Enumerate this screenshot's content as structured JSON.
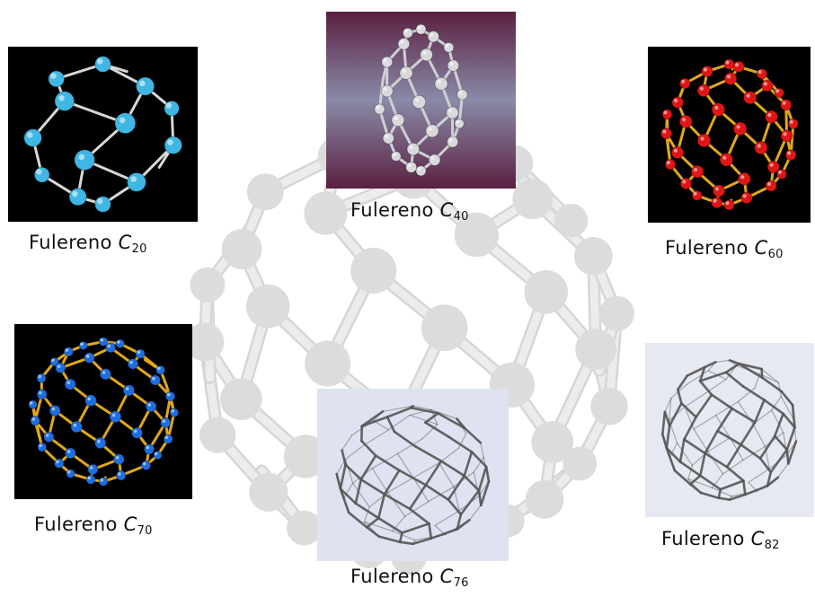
{
  "fullerenes": [
    {
      "key": "c20",
      "prefix": "Fulereno",
      "letter": "C",
      "sub": "20",
      "atom_color": "#3fb6e3",
      "bond_color": "#d8d8d8",
      "background": "#000000",
      "render": "ball"
    },
    {
      "key": "c40",
      "prefix": "Fulereno",
      "letter": "C",
      "sub": "40",
      "atom_color": "#d9d9dd",
      "bond_color": "#cfcfd4",
      "background": "#5a2a45",
      "render": "ball"
    },
    {
      "key": "c60",
      "prefix": "Fulereno",
      "letter": "C",
      "sub": "60",
      "atom_color": "#e01515",
      "bond_color": "#e0a81a",
      "background": "#000000",
      "render": "ball"
    },
    {
      "key": "c70",
      "prefix": "Fulereno",
      "letter": "C",
      "sub": "70",
      "atom_color": "#1e6ee0",
      "bond_color": "#e0a81a",
      "background": "#000000",
      "render": "ball"
    },
    {
      "key": "c76",
      "prefix": "Fulereno",
      "letter": "C",
      "sub": "76",
      "atom_color": "#555555",
      "bond_color": "#555555",
      "background": "#dfe2f0",
      "render": "wire"
    },
    {
      "key": "c82",
      "prefix": "Fulereno",
      "letter": "C",
      "sub": "82",
      "atom_color": "#555555",
      "bond_color": "#555555",
      "background": "#e6e8f2",
      "render": "wire"
    }
  ],
  "background_molecule": {
    "atom_color": "#dcdcdc",
    "bond_color": "#ececec"
  }
}
